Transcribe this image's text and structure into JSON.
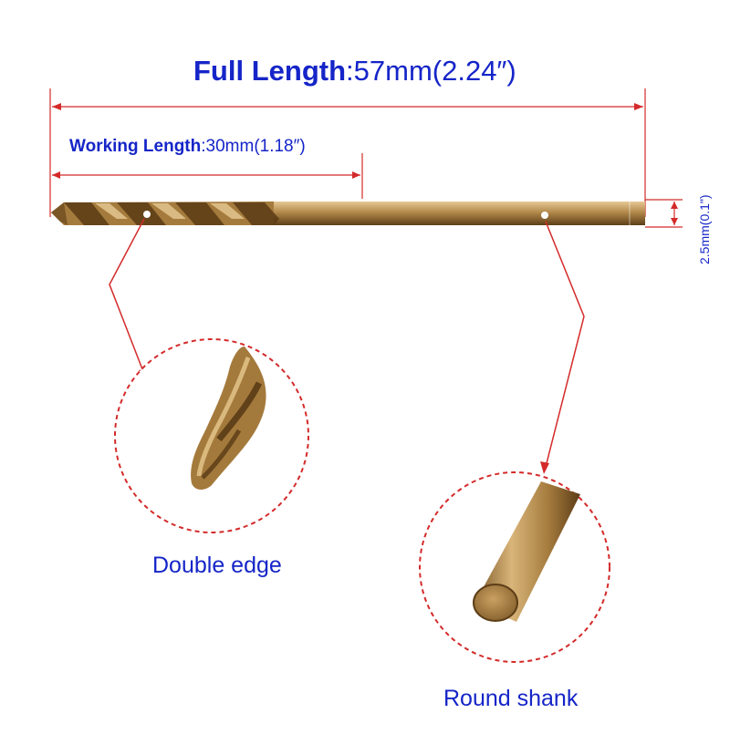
{
  "dimensions": {
    "full_length_label": "Full Length",
    "full_length_value": ":57mm(2.24″)",
    "working_length_label": "Working Length",
    "working_length_value": ":30mm(1.18″)",
    "diameter": "2.5mm(0.1\")"
  },
  "callouts": {
    "left_caption": "Double edge",
    "right_caption": "Round shank"
  },
  "colors": {
    "annotation_text": "#1525c8",
    "dimension_line": "#d42a2a",
    "callout_dash": "#d42a2a",
    "bit_gold": "#b08a4c",
    "bit_dark": "#6f4e22"
  }
}
